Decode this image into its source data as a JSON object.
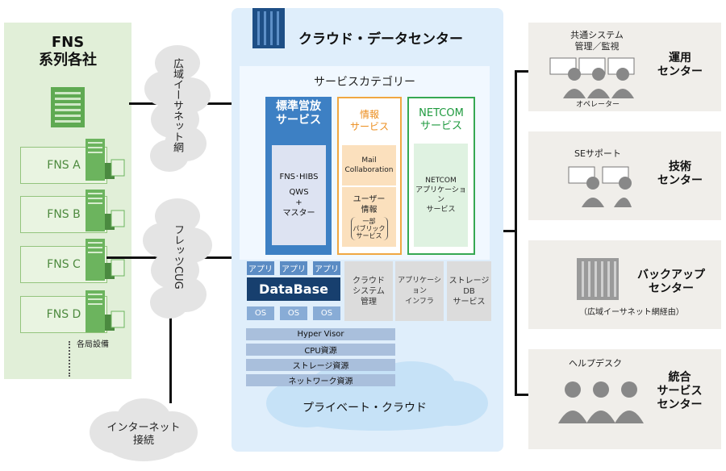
{
  "left": {
    "title_line1": "FNS",
    "title_line2": "系列各社",
    "branches": [
      "FNS A",
      "FNS B",
      "FNS C",
      "FNS D"
    ],
    "branch_note": "各局設備"
  },
  "clouds": {
    "wan": "広域イーサネット網",
    "flets": "フレッツCUG",
    "internet_line1": "インターネット",
    "internet_line2": "接続"
  },
  "datacenter": {
    "title": "クラウド・データセンター",
    "category_title": "サービスカテゴリー",
    "standard": {
      "title_line1": "標準営放",
      "title_line2": "サービス",
      "line1": "FNS･HIBS",
      "line2": "QWS",
      "line3": "+",
      "line4": "マスター"
    },
    "info": {
      "title_line1": "情報",
      "title_line2": "サービス",
      "box1_line1": "Mail",
      "box1_line2": "Collaboration",
      "box2_line1": "ユーザー",
      "box2_line2": "情報",
      "box2_note1": "一部",
      "box2_note2": "パブリック",
      "box2_note3": "サービス"
    },
    "netcom": {
      "title_line1": "NETCOM",
      "title_line2": "サービス",
      "line1": "NETCOM",
      "line2": "アプリケーション",
      "line3": "サービス"
    },
    "app_labels": [
      "アプリ",
      "アプリ",
      "アプリ"
    ],
    "database": "DataBase",
    "os_labels": [
      "OS",
      "OS",
      "OS"
    ],
    "cloud_mgmt": [
      "クラウド",
      "システム",
      "管理"
    ],
    "app_infra": [
      "アプリケーション",
      "インフラ"
    ],
    "storage_db": [
      "ストレージ",
      "DB",
      "サービス"
    ],
    "layers": [
      "Hyper Visor",
      "CPU資源",
      "ストレージ資源",
      "ネットワーク資源"
    ],
    "private_cloud": "プライベート・クラウド"
  },
  "centers": {
    "ops": {
      "title_line1": "運用",
      "title_line2": "センター",
      "sub_line1": "共通システム",
      "sub_line2": "管理／監視",
      "operator": "オペレーター"
    },
    "tech": {
      "title_line1": "技術",
      "title_line2": "センター",
      "sub": "SEサポート"
    },
    "backup": {
      "title_line1": "バックアップ",
      "title_line2": "センター",
      "note": "（広域イーサネット網経由）"
    },
    "integrated": {
      "title_line1": "統合",
      "title_line2": "サービス",
      "title_line3": "センター",
      "sub": "ヘルプデスク"
    }
  },
  "colors": {
    "fns_bg": "#e1efd8",
    "dc_bg": "#dfeefb",
    "standard_blue": "#3d80c4",
    "info_orange": "#f0a742",
    "netcom_green": "#36a852",
    "database_navy": "#173f6e"
  }
}
